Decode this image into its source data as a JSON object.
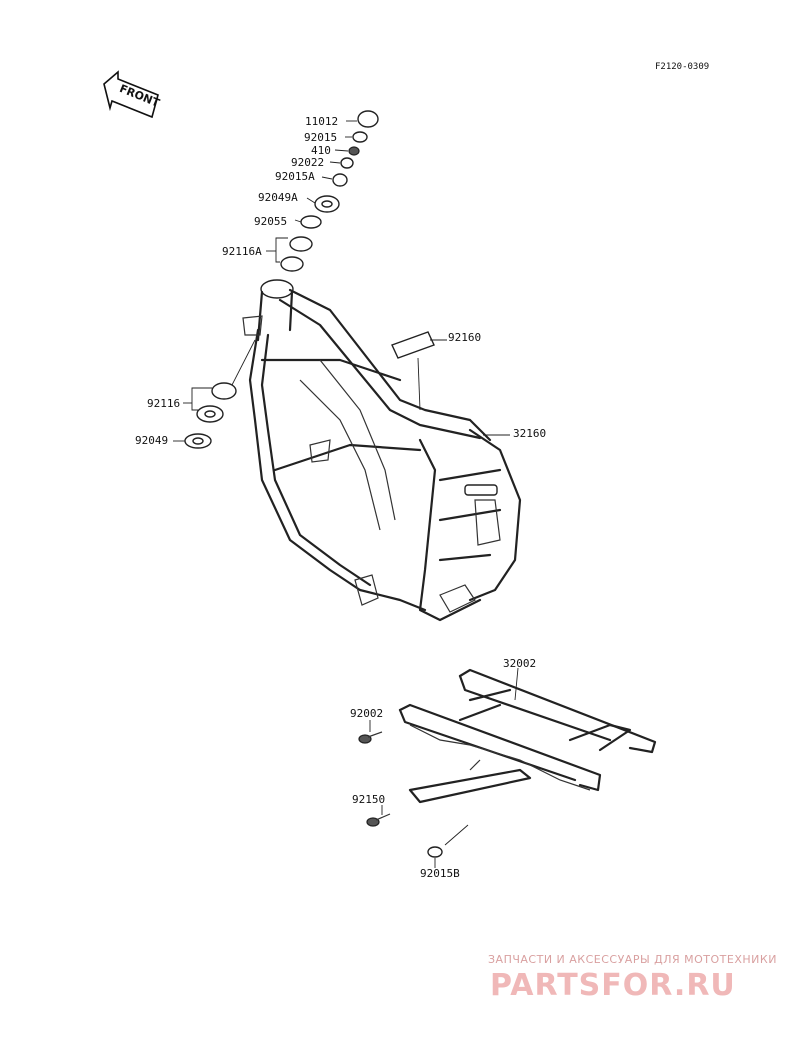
{
  "diagram_code": "F2120-0309",
  "front_label": "FRONT",
  "parts": {
    "p11012": "11012",
    "p92015": "92015",
    "p410": "410",
    "p92022": "92022",
    "p92015A": "92015A",
    "p92049A": "92049A",
    "p92055": "92055",
    "p92116A": "92116A",
    "p92160": "92160",
    "p32160": "32160",
    "p92116": "92116",
    "p92049": "92049",
    "p32002_top": "32002",
    "p32002_left": "92002",
    "p92150": "92150",
    "p92015B": "92015B"
  },
  "watermark": {
    "caption": "ЗАПЧАСТИ И АКСЕССУАРЫ ДЛЯ МОТОТЕХНИКИ",
    "brand": "PARTSFOR.RU"
  }
}
